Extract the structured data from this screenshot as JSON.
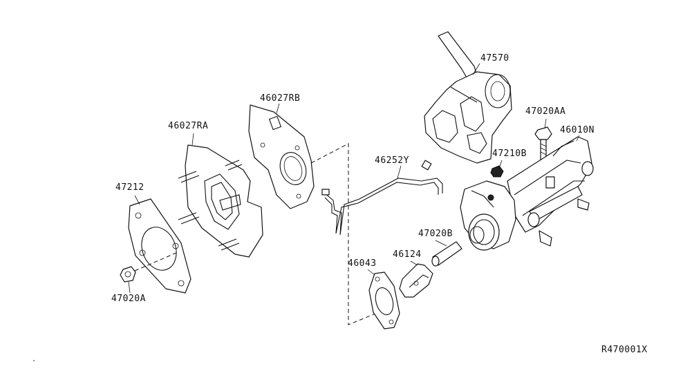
{
  "diagram": {
    "parts": [
      {
        "id": "p47212",
        "number": "47212"
      },
      {
        "id": "p47020A",
        "number": "47020A"
      },
      {
        "id": "p46027RA",
        "number": "46027RA"
      },
      {
        "id": "p46027RB",
        "number": "46027RB"
      },
      {
        "id": "p46252Y",
        "number": "46252Y"
      },
      {
        "id": "p46043",
        "number": "46043"
      },
      {
        "id": "p46124",
        "number": "46124"
      },
      {
        "id": "p47020B",
        "number": "47020B"
      },
      {
        "id": "p47570",
        "number": "47570"
      },
      {
        "id": "p47210B",
        "number": "47210B"
      },
      {
        "id": "p47020AA",
        "number": "47020AA"
      },
      {
        "id": "p46010N",
        "number": "46010N"
      }
    ],
    "reference_code": "R470001X"
  }
}
